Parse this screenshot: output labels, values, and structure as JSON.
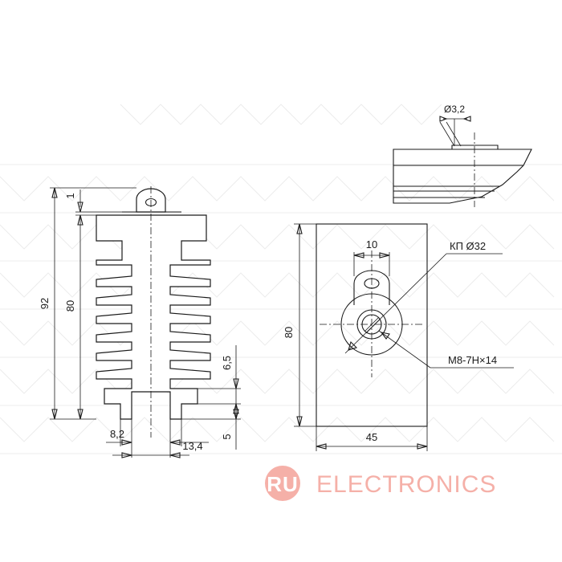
{
  "dimensions": {
    "overall_height": "92",
    "body_height": "80",
    "top_gap": "1",
    "fin_pitch": "6,5",
    "base_step": "5",
    "slot_width": "8,2",
    "base_width": "13,4",
    "hole_spacing": "10",
    "panel_height": "80",
    "panel_width": "45",
    "contact_pad": "КП Ø32",
    "thread": "M8-7H×14",
    "mount_hole": "Ø3,2"
  },
  "watermark": {
    "badge": "RU",
    "text": "ELECTRONICS",
    "color": "#f4a39a"
  },
  "colors": {
    "line": "#1a1a1a",
    "background": "#ffffff"
  }
}
